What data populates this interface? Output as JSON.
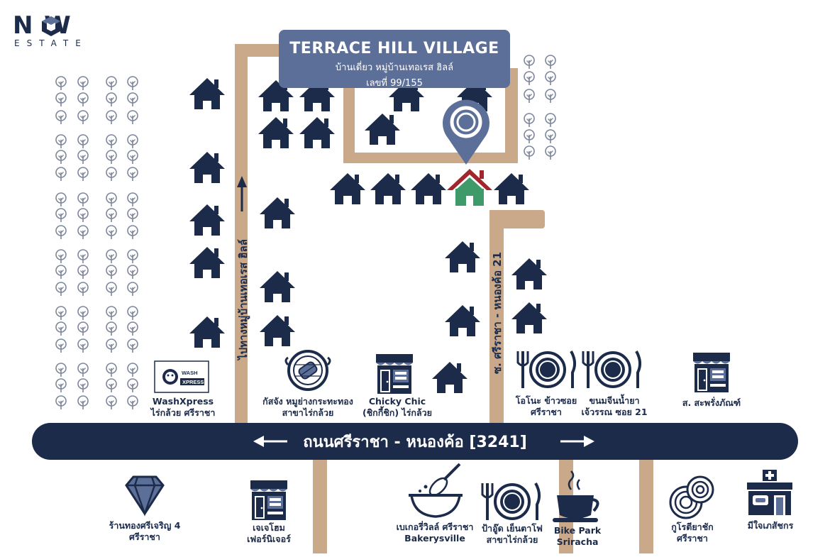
{
  "brand": {
    "name": "N  W",
    "tagline": "ESTATE"
  },
  "title": {
    "name": "TERRACE HILL VILLAGE",
    "thai_name": "บ้านเดี่ยว หมู่บ้านเทอเรส ฮิลล์",
    "house_no": "เลขที่ 99/155"
  },
  "roads": {
    "main": "ถนนศรีราชา - หนองค้อ [3241]",
    "left_vertical": "ไปทางหมู่บ้านเทอเรส ฮิลล์",
    "soi": "ซ. ศรีราชา - หนองค้อ 21"
  },
  "places_north": [
    {
      "id": "washxpress",
      "icon": "washxpress-logo",
      "line1": "WashXpress",
      "line2": "ไร่กล้วย ศรีราชา"
    },
    {
      "id": "kasjung",
      "icon": "grill-icon",
      "line1": "กัสจัง หมูย่างกระทะทอง",
      "line2": "สาขาไร่กล้วย"
    },
    {
      "id": "chicky",
      "icon": "shop-icon",
      "line1": "Chicky Chic",
      "line2": "(ชิกกี้ชิก) ไร่กล้วย"
    },
    {
      "id": "oiono",
      "icon": "restaurant-icon",
      "line1": "โอโนะ ข้าวซอย",
      "line2": "ศรีราชา"
    },
    {
      "id": "khanomjeen",
      "icon": "restaurant-icon",
      "line1": "ขนมจีนน้ำยา",
      "line2": "เจ้วรรณ ซอย 21"
    },
    {
      "id": "sapong",
      "icon": "shop-icon",
      "line1": "ส. สะพรั่งภัณฑ์",
      "line2": ""
    }
  ],
  "places_south": [
    {
      "id": "gold",
      "icon": "diamond-icon",
      "line1": "ร้านทองศรีเจริญ 4",
      "line2": "ศรีราชา"
    },
    {
      "id": "jj",
      "icon": "shop-icon",
      "line1": "เจเจโฮม",
      "line2": "เฟอร์นิเจอร์"
    },
    {
      "id": "bakery",
      "icon": "whisk-bowl-icon",
      "line1": "เบเกอรี่วิลล์ ศรีราชา",
      "line2": "Bakerysville"
    },
    {
      "id": "paaud",
      "icon": "restaurant-icon",
      "line1": "ป้าอู๊ด เย็นตาโฟ",
      "line2": "สาขาไร่กล้วย"
    },
    {
      "id": "bikepark",
      "icon": "coffee-cup-icon",
      "line1": "Bike Park",
      "line2": "Sriracha"
    },
    {
      "id": "kurotiya",
      "icon": "roll-cake-icon",
      "line1": "กูโรตียาชัก",
      "line2": "ศรีราชา"
    },
    {
      "id": "pharmacy",
      "icon": "pharmacy-icon",
      "line1": "มีใจเภสัชกร",
      "line2": ""
    }
  ],
  "colors": {
    "navy": "#1c2b4a",
    "road_tan": "#c9a98a",
    "title_box": "#5b6f99",
    "pin": "#5b6f99",
    "target_roof": "#a2252b",
    "target_body": "#3f9a6a",
    "tree_outline": "#7d869b"
  }
}
